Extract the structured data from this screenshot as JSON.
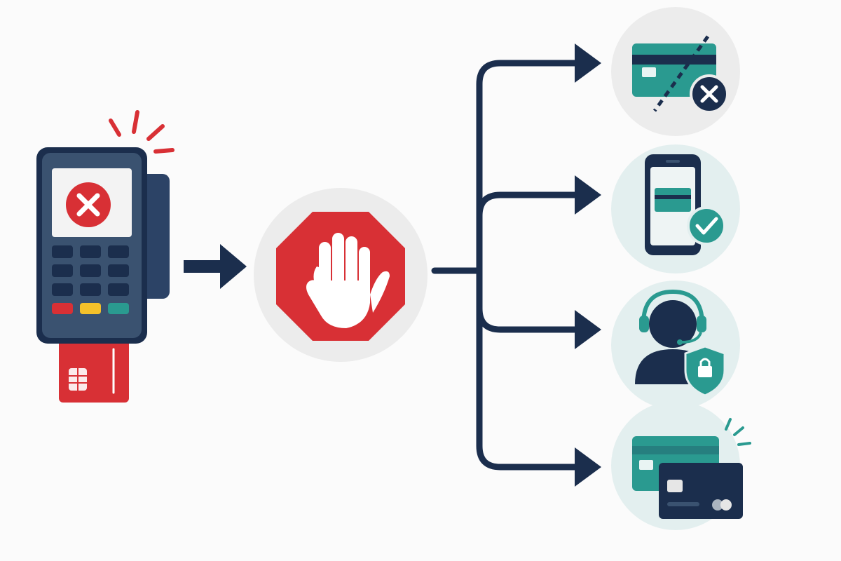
{
  "colors": {
    "navy": "#1b2e4d",
    "navy_light": "#3a5270",
    "red": "#d83035",
    "teal": "#2a9a90",
    "yellow": "#f4c12a",
    "circle_bg": "#ececec",
    "circle_bg_teal": "#e3efef",
    "white": "#ffffff"
  },
  "icons": {
    "terminal": "payment-terminal-icon",
    "declined": "x-icon",
    "stop": "stop-hand-icon",
    "outcomes": [
      "card-blocked-icon",
      "mobile-payment-check-icon",
      "secure-support-agent-icon",
      "replacement-cards-icon"
    ]
  },
  "flow": {
    "steps": [
      "terminal-declined",
      "stop",
      "branch"
    ],
    "branch_count": 4
  }
}
